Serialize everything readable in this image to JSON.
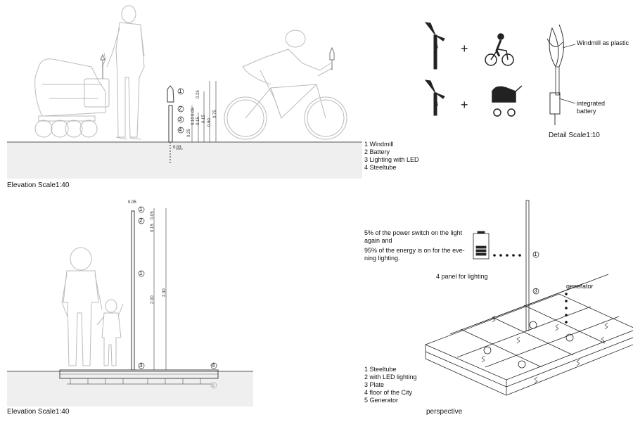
{
  "elevation_top": {
    "markers": [
      "1",
      "2",
      "3",
      "4"
    ],
    "dims": [
      "0.25",
      "0.15",
      "0.50",
      "0.75",
      "0.03"
    ],
    "dims_small": [
      "0.05",
      "0.10",
      "0.15",
      "0.25"
    ],
    "legend": [
      "1  Windmill",
      "2  Battery",
      "3  Lighting with LED",
      "4  Steeltube"
    ],
    "caption": "Elevation   Scale1:40"
  },
  "detail": {
    "label_windmill": "Windmill as plastic",
    "label_battery_1": "integrated",
    "label_battery_2": "battery",
    "caption": "Detail   Scale1:10"
  },
  "elevation_bottom": {
    "markers": [
      "1",
      "2",
      "1",
      "3",
      "4",
      "5"
    ],
    "dims": [
      "0.05",
      "0.15",
      "0.05",
      "2.00",
      "2.30"
    ],
    "caption": "Elevation   Scale1:40"
  },
  "perspective": {
    "text_lines": [
      "5% of the power switch on the light",
      "again and",
      "95% of the energy is on for the eve-",
      "ning lighting."
    ],
    "panel_label": "4 panel for lighting",
    "generator_label": "generator",
    "markers": [
      "1",
      "3"
    ],
    "legend": [
      "1 Steeltube",
      "2 with LED lighting",
      "3 Plate",
      "4 floor of the City",
      "5 Generator"
    ],
    "caption": "perspective"
  },
  "icons": [
    "wind-turbine-icon",
    "cyclist-icon",
    "pram-icon",
    "battery-icon"
  ]
}
